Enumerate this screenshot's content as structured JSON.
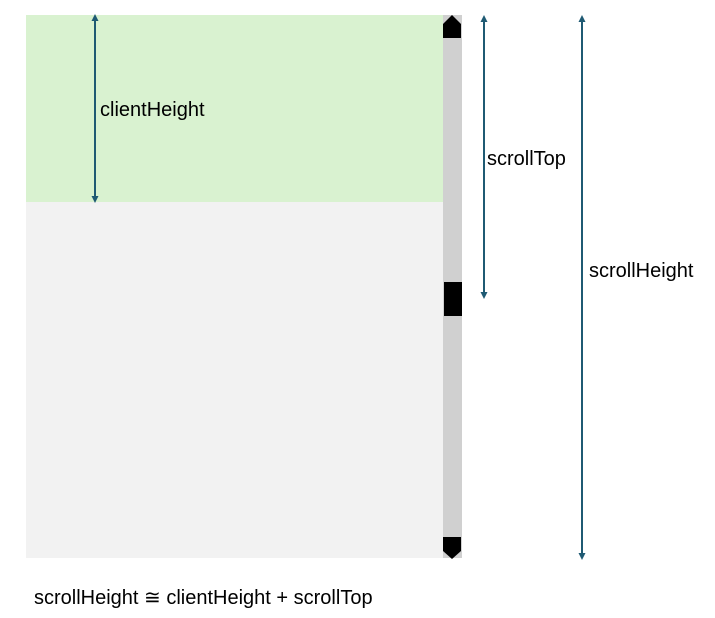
{
  "labels": {
    "client_height": "clientHeight",
    "scroll_top": "scrollTop",
    "scroll_height": "scrollHeight"
  },
  "formula": {
    "text": "scrollHeight ≅ clientHeight + scrollTop"
  },
  "colors": {
    "visible_area": "#d9f2d0",
    "content_area": "#f2f2f2",
    "scroll_track": "#d0d0d0",
    "scroll_thumb": "#000000",
    "arrow": "#1f5a73"
  },
  "icons": {
    "scroll_up": "scroll-up-arrow-icon",
    "scroll_down": "scroll-down-arrow-icon"
  }
}
